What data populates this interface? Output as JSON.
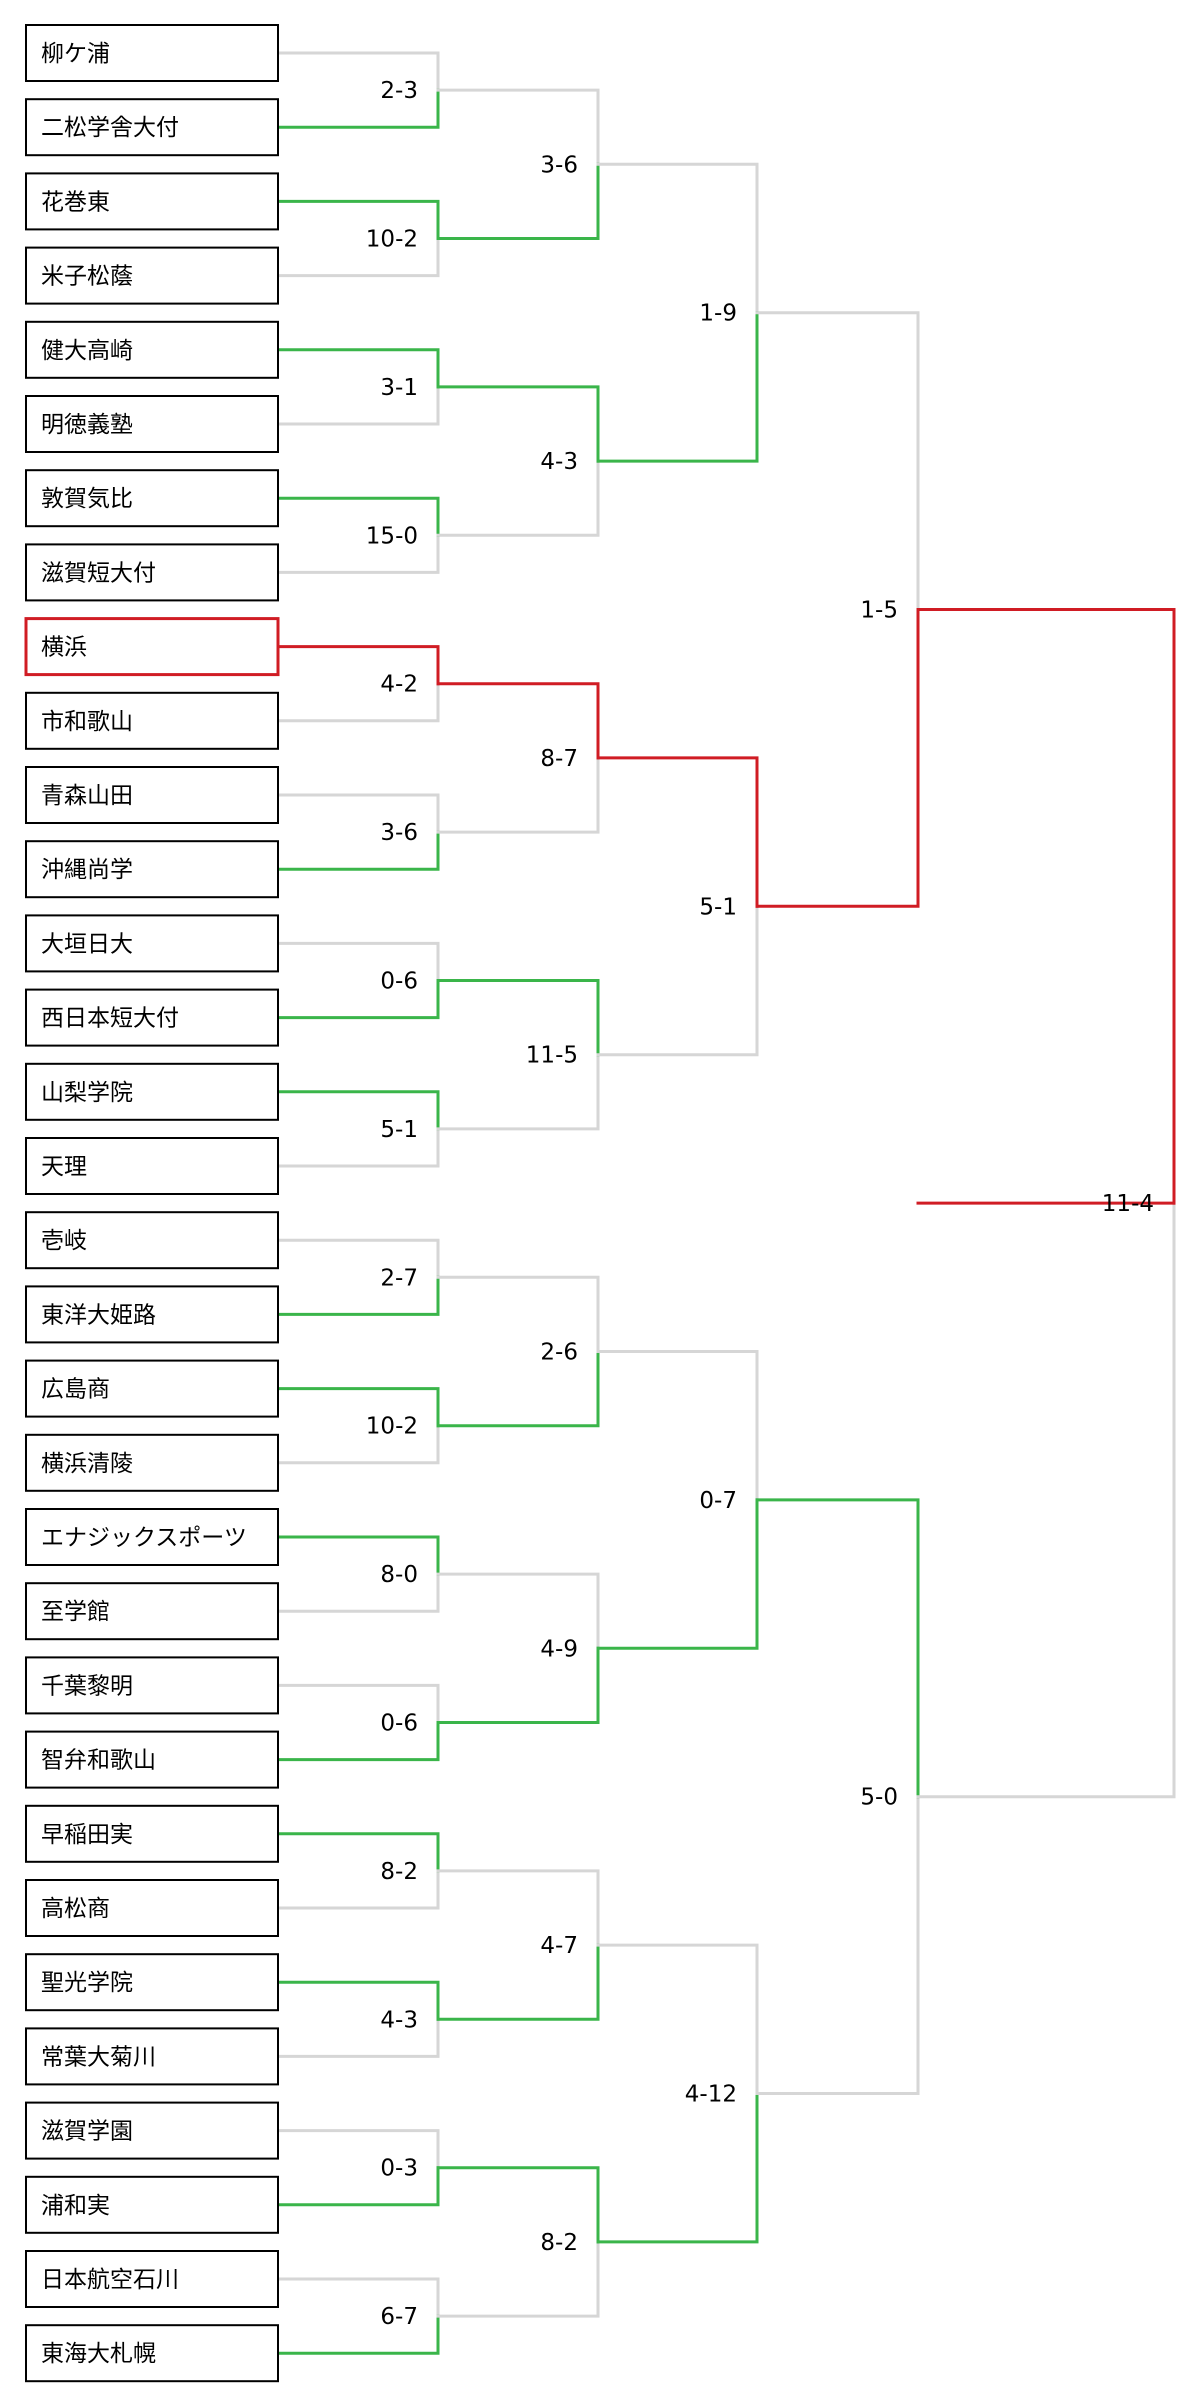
{
  "teams": [
    "柳ケ浦",
    "二松学舎大付",
    "花巻東",
    "米子松蔭",
    "健大高崎",
    "明徳義塾",
    "敦賀気比",
    "滋賀短大付",
    "横浜",
    "市和歌山",
    "青森山田",
    "沖縄尚学",
    "大垣日大",
    "西日本短大付",
    "山梨学院",
    "天理",
    "壱岐",
    "東洋大姫路",
    "広島商",
    "横浜清陵",
    "エナジックスポーツ",
    "至学館",
    "千葉黎明",
    "智弁和歌山",
    "早稲田実",
    "高松商",
    "聖光学院",
    "常葉大菊川",
    "滋賀学園",
    "浦和実",
    "日本航空石川",
    "東海大札幌"
  ],
  "champion_index": 8,
  "rounds": [
    {
      "name": "round1",
      "matches": [
        {
          "score": "2-3",
          "winner": 1
        },
        {
          "score": "10-2",
          "winner": 0
        },
        {
          "score": "3-1",
          "winner": 0
        },
        {
          "score": "15-0",
          "winner": 0
        },
        {
          "score": "4-2",
          "winner": 0
        },
        {
          "score": "3-6",
          "winner": 1
        },
        {
          "score": "0-6",
          "winner": 1
        },
        {
          "score": "5-1",
          "winner": 0
        },
        {
          "score": "2-7",
          "winner": 1
        },
        {
          "score": "10-2",
          "winner": 0
        },
        {
          "score": "8-0",
          "winner": 0
        },
        {
          "score": "0-6",
          "winner": 1
        },
        {
          "score": "8-2",
          "winner": 0
        },
        {
          "score": "4-3",
          "winner": 0
        },
        {
          "score": "0-3",
          "winner": 1
        },
        {
          "score": "6-7",
          "winner": 1
        }
      ]
    },
    {
      "name": "round2",
      "matches": [
        {
          "score": "3-6",
          "winner": 1
        },
        {
          "score": "4-3",
          "winner": 0
        },
        {
          "score": "8-7",
          "winner": 0
        },
        {
          "score": "11-5",
          "winner": 0
        },
        {
          "score": "2-6",
          "winner": 1
        },
        {
          "score": "4-9",
          "winner": 1
        },
        {
          "score": "4-7",
          "winner": 1
        },
        {
          "score": "8-2",
          "winner": 0
        }
      ]
    },
    {
      "name": "quarterfinal",
      "matches": [
        {
          "score": "1-9",
          "winner": 1
        },
        {
          "score": "5-1",
          "winner": 0
        },
        {
          "score": "0-7",
          "winner": 1
        },
        {
          "score": "4-12",
          "winner": 1
        }
      ]
    },
    {
      "name": "semifinal",
      "matches": [
        {
          "score": "1-5",
          "winner": 1
        },
        {
          "score": "5-0",
          "winner": 0
        }
      ]
    },
    {
      "name": "final",
      "matches": [
        {
          "score": "11-4",
          "winner": 0
        }
      ]
    }
  ],
  "colors": {
    "win": "#3ab54a",
    "lose": "#d6d6d6",
    "champion": "#d01c24"
  }
}
